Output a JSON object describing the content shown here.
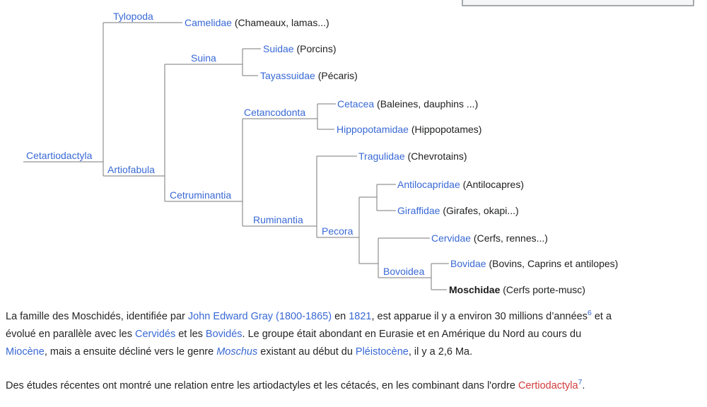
{
  "colors": {
    "link_blue": "#3969d5",
    "red_link": "#d23b3b",
    "body_text": "#252525",
    "tree_line": "#7a7a7a",
    "box_border": "#a2a9b1",
    "box_fill": "#f5f6f7"
  },
  "cladogram": {
    "internal_nodes": [
      {
        "label": "Cetartiodactyla"
      },
      {
        "label": "Tylopoda"
      },
      {
        "label": "Artiofabula"
      },
      {
        "label": "Suina"
      },
      {
        "label": "Cetruminantia"
      },
      {
        "label": "Cetancodonta"
      },
      {
        "label": "Ruminantia"
      },
      {
        "label": "Pecora"
      },
      {
        "label": "Bovoidea"
      }
    ],
    "leaves": [
      {
        "label": "Camelidae",
        "desc": " (Chameaux, lamas...)"
      },
      {
        "label": "Suidae",
        "desc": " (Porcins)"
      },
      {
        "label": "Tayassuidae",
        "desc": " (Pécaris)"
      },
      {
        "label": "Cetacea",
        "desc": " (Baleines, dauphins ...)"
      },
      {
        "label": "Hippopotamidae",
        "desc": " (Hippopotames)"
      },
      {
        "label": "Tragulidae",
        "desc": " (Chevrotains)"
      },
      {
        "label": "Antilocapridae",
        "desc": " (Antilocapres)"
      },
      {
        "label": "Giraffidae",
        "desc": " (Girafes, okapi...)"
      },
      {
        "label": "Cervidae",
        "desc": " (Cerfs, rennes...)"
      },
      {
        "label": "Bovidae",
        "desc": " (Bovins, Caprins et antilopes)"
      },
      {
        "label": "Moschidae",
        "desc": " (Cerfs porte-musc)",
        "bold_self": true
      }
    ]
  },
  "paragraphs": [
    {
      "segments": [
        {
          "text": "La famille des Moschidés, identifiée par ",
          "style": "plain"
        },
        {
          "text": "John Edward Gray",
          "style": "link",
          "name": "link-john-edward-gray"
        },
        {
          "text": " ",
          "style": "plain"
        },
        {
          "text": "(1800-1865)",
          "style": "link",
          "name": "link-1800-1865"
        },
        {
          "text": " en ",
          "style": "plain"
        },
        {
          "text": "1821",
          "style": "link",
          "name": "link-1821"
        },
        {
          "text": ", est apparue il y a environ 30 millions d’années",
          "style": "plain"
        },
        {
          "text": "6",
          "style": "sup",
          "name": "reference-6"
        },
        {
          "text": " et a",
          "style": "plain"
        },
        {
          "br": true
        },
        {
          "text": "évolué en parallèle avec les ",
          "style": "plain"
        },
        {
          "text": "Cervidés",
          "style": "link",
          "name": "link-cervides"
        },
        {
          "text": " et les ",
          "style": "plain"
        },
        {
          "text": "Bovidés",
          "style": "link",
          "name": "link-bovides"
        },
        {
          "text": ". Le groupe était abondant en Eurasie et en Amérique du Nord au cours du",
          "style": "plain"
        },
        {
          "br": true
        },
        {
          "text": "Miocène",
          "style": "link",
          "name": "link-miocene"
        },
        {
          "text": ", mais a ensuite décliné vers le genre ",
          "style": "plain"
        },
        {
          "text": "Moschus",
          "style": "ilink",
          "name": "link-moschus"
        },
        {
          "text": " existant au début du ",
          "style": "plain"
        },
        {
          "text": "Pléistocène",
          "style": "link",
          "name": "link-pleistocene"
        },
        {
          "text": ", il y a 2,6 Ma.",
          "style": "plain"
        }
      ]
    },
    {
      "segments": [
        {
          "text": "Des études récentes ont montré une relation entre les artiodactyles et les cétacés, en les combinant dans l'ordre ",
          "style": "plain"
        },
        {
          "text": "Certiodactyla",
          "style": "red",
          "name": "redlink-certiodactyla"
        },
        {
          "text": "7",
          "style": "sup",
          "name": "reference-7"
        },
        {
          "text": ".",
          "style": "plain"
        }
      ]
    }
  ]
}
